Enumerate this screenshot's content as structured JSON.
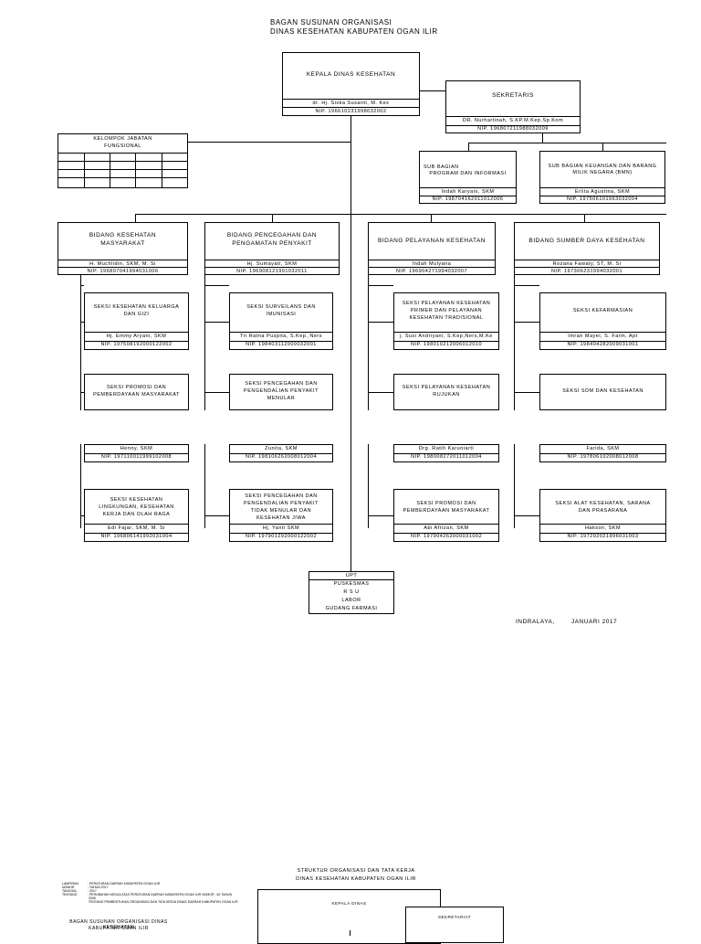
{
  "title": {
    "line1": "BAGAN SUSUNAN ORGANISASI",
    "line2": "DINAS KESEHATAN KABUPATEN OGAN ILIR"
  },
  "kepala": {
    "label": "KEPALA DINAS KESEHATAN",
    "name": "dr. Hj. Siska Susanti, M. Kes",
    "nip": "NIP. 196610231998032002"
  },
  "sekretaris": {
    "label": "SEKRETARIS",
    "name": "DR. Nurhartinah, S.KP.M.Kep.Sp.Kom",
    "nip": "NIP. 196807211988032009"
  },
  "kelompok": {
    "label_line1": "KELOMPOK JABATAN",
    "label_line2": "FUNGSIONAL"
  },
  "subbag": [
    {
      "label_line1": "SUB BAGIAN",
      "label_line2": "PROGRAM DAN INFORMASI",
      "name": "Indah Karyani, SKM",
      "nip": "NIP. 198704162011012006"
    },
    {
      "label_line1": "SUB BAGIAN KEUANGAN DAN BARANG",
      "label_line2": "MILIK NEGARA (BMN)",
      "name": "Erlita Agustina, SKM",
      "nip": "NIP. 197506101993032004"
    }
  ],
  "bidang": [
    {
      "label_line1": "BIDANG KESEHATAN",
      "label_line2": "MASYARAKAT",
      "name": "H. Muchlidin, SKM, M. Si",
      "nip": "NIP. 196807041994031006",
      "seksi": [
        {
          "label": [
            "SEKSI KESEHATAN KELUARGA",
            "DAN GIZI"
          ],
          "name": "Hj. Emmy Aryani, SKM",
          "nip": "NIP. 197508192000122002"
        },
        {
          "label": [
            "SEKSI PROMOSI DAN",
            "PEMBERDAYAAN MASYARAKAT"
          ],
          "name": "Henny, SKM",
          "nip": "NIP.  197110011999102008"
        },
        {
          "label": [
            "SEKSI KESEHATAN",
            "LINGKUNGAN, KESEHATAN",
            "KERJA DAN OLAH RAGA"
          ],
          "name": "Edi Fajar, SKM, M. Si",
          "nip": "NIP.  196806141992031004"
        }
      ]
    },
    {
      "label_line1": "BIDANG PENCEGAHAN DAN",
      "label_line2": "PENGAMATAN PENYAKIT",
      "name": "Hj. Sumayati, SKM",
      "nip": "NIP. 196908121991032011",
      "seksi": [
        {
          "label": [
            "SEKSI SURVEILANS DAN",
            "IMUNISASI"
          ],
          "name": "Tri Ratna Puspita, S.Kep, Ners",
          "nip": "NIP. 198403112009032001"
        },
        {
          "label": [
            "SEKSI PENCEGAHAN DAN",
            "PENGENDALIAN PENYAKIT",
            "MENULAR"
          ],
          "name": "Zunita, SKM",
          "nip": "NIP. 198106262008012004"
        },
        {
          "label": [
            "SEKSI PENCEGAHAN DAN",
            "PENGENDALIAN PENYAKIT",
            "TIDAK MENULAR DAN",
            "KESEHATAN JIWA"
          ],
          "name": "Hj. Yanti SKM",
          "nip": "NIP.  197901292000122002"
        }
      ]
    },
    {
      "label_line1": "BIDANG PELAYANAN KESEHATAN",
      "label_line2": "",
      "name": "Indah Mulyana",
      "nip": "NIP. 196904271994032007",
      "seksi": [
        {
          "label": [
            "SEKSI PELAYANAN KESEHATAN",
            "PRIMER DAN PELAYANAN",
            "KESEHATAN TRADISIONAL"
          ],
          "name": "j. Susi Andriyani, S.Kep,Ners,M.Ke",
          "nip": "NIP. 198010212006012010"
        },
        {
          "label": [
            "SEKSI PELAYANAN KESEHATAN",
            "RUJUKAN"
          ],
          "name": "Drg. Ratih Karuniarti",
          "nip": "NIP. 198008272011012004"
        },
        {
          "label": [
            "SEKSI PROMOSI DAN",
            "PEMBERDAYAAN MASYARAKAT"
          ],
          "name": "Abi Afrizan, SKM",
          "nip": "NIP.  197904262000031002"
        }
      ]
    },
    {
      "label_line1": "BIDANG SUMBER DAYA KESEHATAN",
      "label_line2": "",
      "name": "Rozana Fawaty, ST, M. Si",
      "nip": "NIP. 197306231994032001",
      "seksi": [
        {
          "label": [
            "SEKSI KEFARMASIAN"
          ],
          "name": "Imran Mayel, S. Farm, Apt",
          "nip": "NIP. 198404282009031001"
        },
        {
          "label": [
            "SEKSI SDM DAN KESEHATAN"
          ],
          "name": "Farida, SKM",
          "nip": "NIP. 197806102008012008"
        },
        {
          "label": [
            "SEKSI ALAT KESEHATAN, SARANA",
            "DAN PRASARANA"
          ],
          "name": "Hakson, SKM",
          "nip": "NIP.  197202021996031003"
        }
      ]
    }
  ],
  "upt": {
    "label": "UPT",
    "items": [
      "PUSKESMAS",
      "R S U",
      "LABOR",
      "GUDANG FARMASI"
    ]
  },
  "place_date": {
    "place": "INDRALAYA,",
    "date": "JANUARI 2017"
  },
  "page2": {
    "title_line1": "STRUKTUR ORGANISASI DAN TATA KERJA",
    "title_line2": "DINAS KESEHATAN KABUPATEN OGAN ILIR",
    "lampiran": [
      [
        "LAMPIRAN",
        ": PERATURAN DAERAH KABUPATEN OGAN ILIR"
      ],
      [
        "NOMOR",
        ":             TAHUN 2017"
      ],
      [
        "TANGGAL",
        ":                         2017"
      ],
      [
        "TENTANG",
        ": PERUBAHAN KEDUA ATAS PERATURAN DAERAH KABUPATEN OGAN ILIR NOMOR : 62 TAHUN"
      ],
      [
        "",
        "  2008"
      ],
      [
        "",
        "  TENTANG PEMBENTUKAN ORGANISASI DAN TATA KERJA DINAS DAERAH KABUPATEN OGAN ILIR"
      ]
    ],
    "bagan_line1": "BAGAN SUSUNAN ORGANISASI DINAS KESEHATAN",
    "bagan_line2": "KABUPATEN OGAN ILIR",
    "kepala_label": "KEPALA DINAS",
    "sekretariat_label": "SEKRETARIAT"
  }
}
